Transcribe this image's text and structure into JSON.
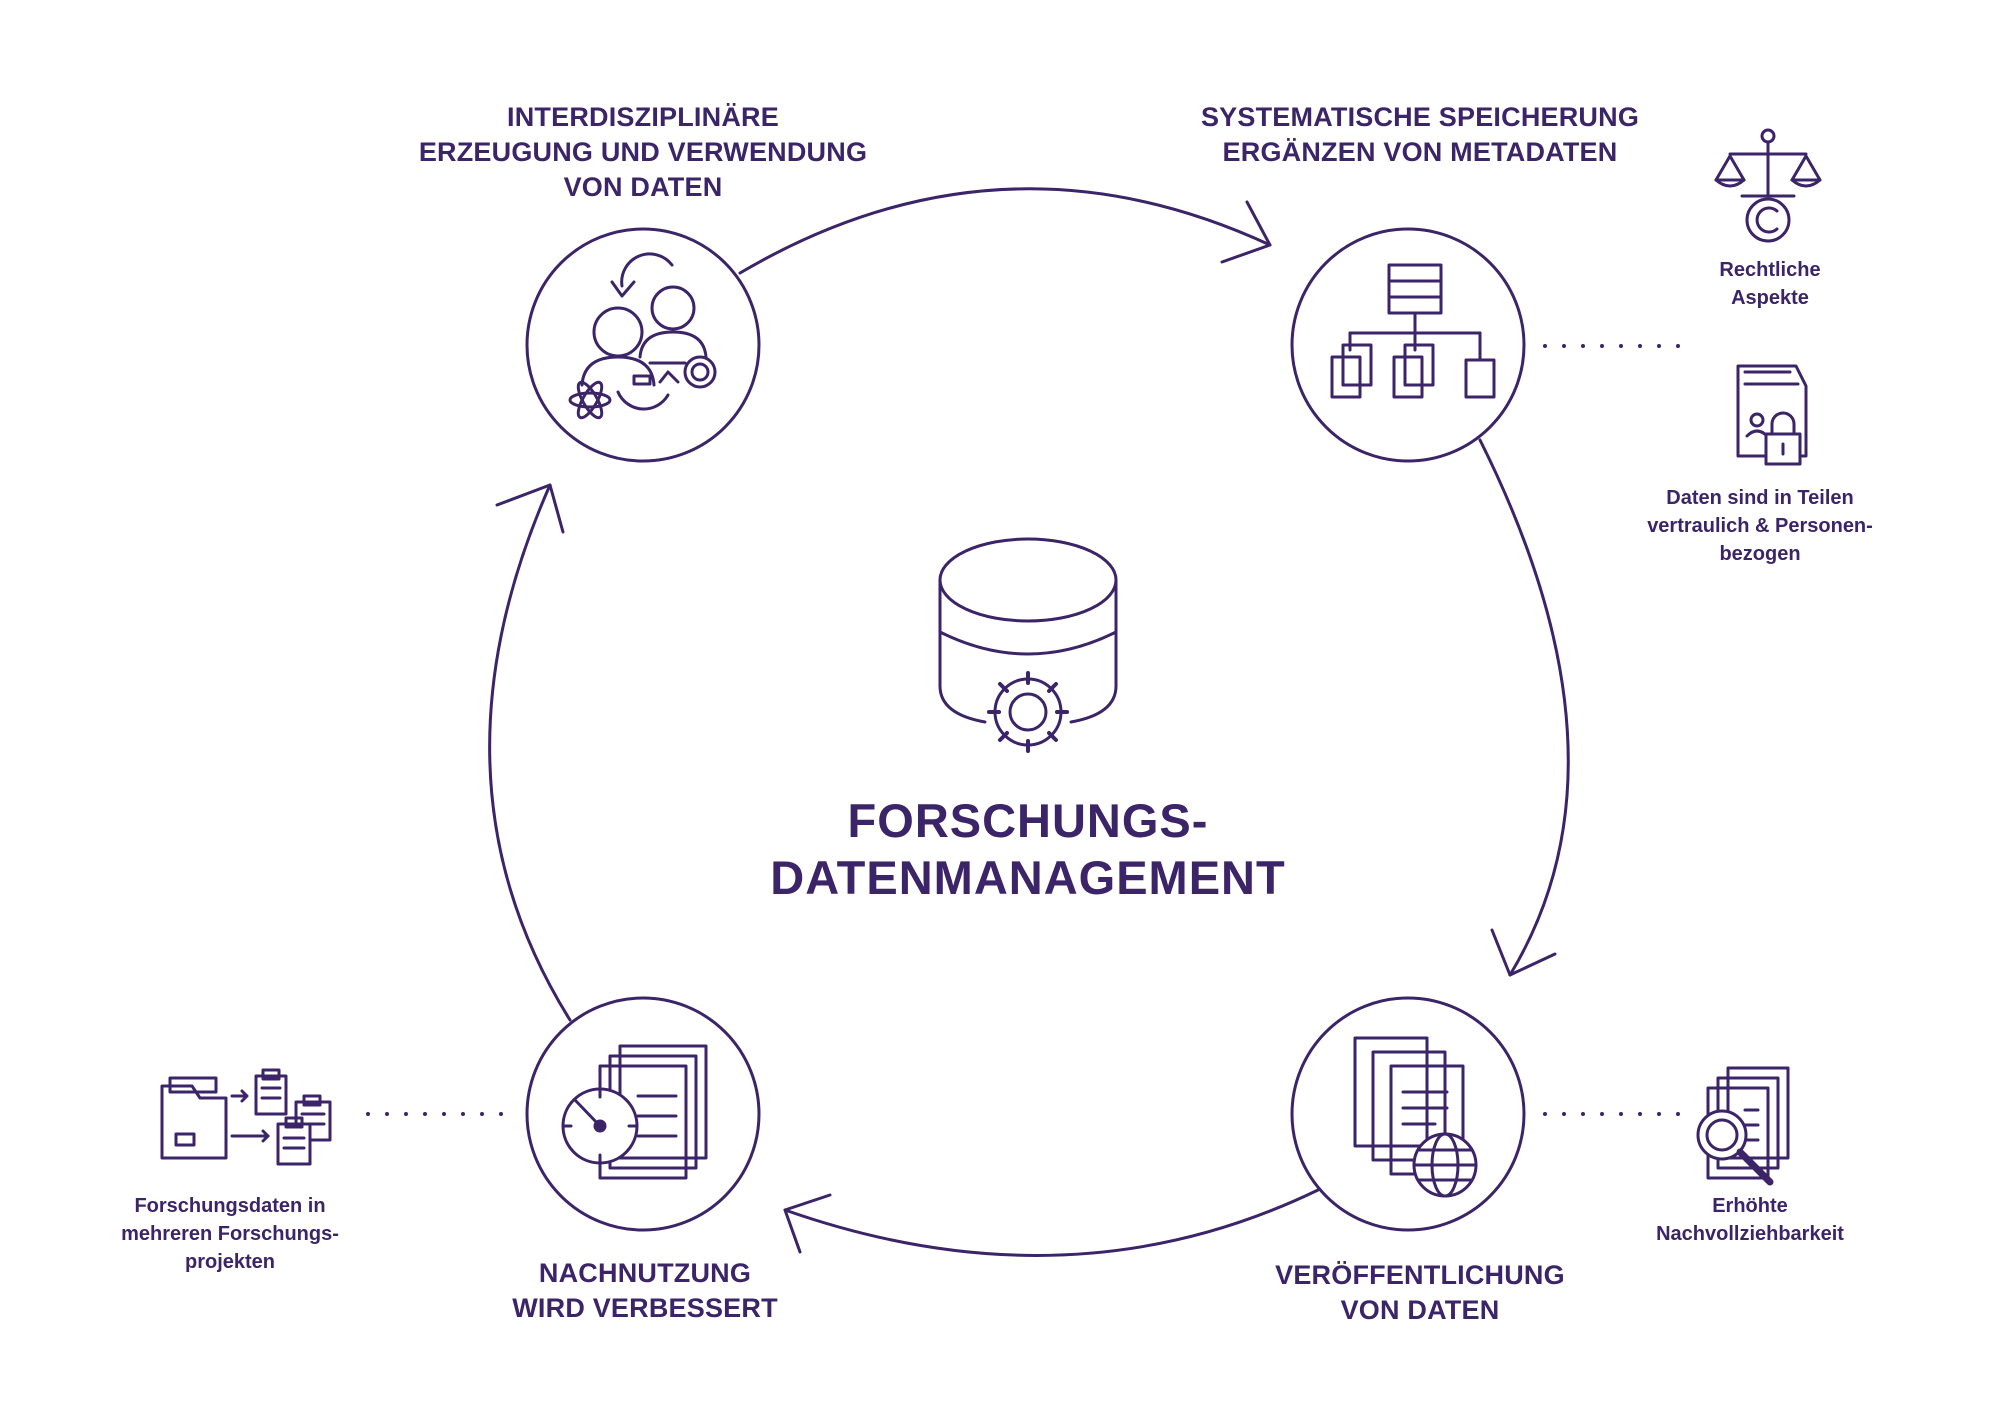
{
  "center": {
    "title_lines": [
      "FORSCHUNGS-",
      "DATENMANAGEMENT"
    ],
    "icon": "database-gear-icon"
  },
  "stages": [
    {
      "id": "creation",
      "icon": "people-cycle-gear-atom-icon",
      "label_lines": [
        "INTERDISZIPLINÄRE",
        "ERZEUGUNG UND VERWENDUNG",
        "VON DATEN"
      ]
    },
    {
      "id": "storage",
      "icon": "hierarchy-documents-icon",
      "label_lines": [
        "SYSTEMATISCHE SPEICHERUNG",
        "ERGÄNZEN VON METADATEN"
      ]
    },
    {
      "id": "publication",
      "icon": "documents-globe-icon",
      "label_lines": [
        "VERÖFFENTLICHUNG",
        "VON DATEN"
      ]
    },
    {
      "id": "reuse",
      "icon": "clock-documents-icon",
      "label_lines": [
        "NACHNUTZUNG",
        "WIRD VERBESSERT"
      ]
    }
  ],
  "aspects": [
    {
      "id": "legal",
      "icon": "scales-copyright-icon",
      "label_lines": [
        "Rechtliche",
        "Aspekte"
      ]
    },
    {
      "id": "confidential",
      "icon": "locked-personal-folder-icon",
      "label_lines": [
        "Daten sind in Teilen",
        "vertraulich & Personen-",
        "bezogen"
      ]
    },
    {
      "id": "traceability",
      "icon": "magnifier-documents-icon",
      "label_lines": [
        "Erhöhte",
        "Nachvollziehbarkeit"
      ]
    },
    {
      "id": "projects",
      "icon": "folder-clipboards-icon",
      "label_lines": [
        "Forschungsdaten in",
        "mehreren Forschungs-",
        "projekten"
      ]
    }
  ],
  "colors": {
    "primary": "#3b2468",
    "background": "#ffffff"
  }
}
